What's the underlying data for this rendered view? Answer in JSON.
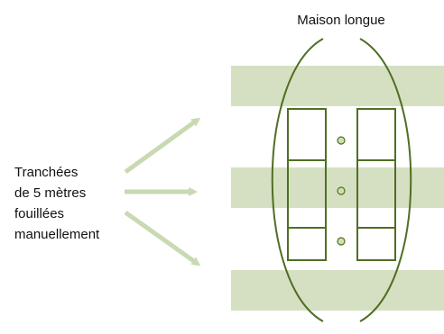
{
  "title": "Maison longue",
  "description_lines": [
    "Tranchées",
    "de 5 mètres",
    "fouillées",
    "manuellement"
  ],
  "colors": {
    "trench_fill": "#d5e0c3",
    "arrow": "#c9d9b2",
    "outline": "#4f6f22",
    "posthole_fill": "#cfe0b0",
    "text": "#111111"
  },
  "trenches": [
    {
      "name": "trench-1"
    },
    {
      "name": "trench-2"
    },
    {
      "name": "trench-3"
    }
  ],
  "arrows": [
    {
      "name": "arrow-up"
    },
    {
      "name": "arrow-middle"
    },
    {
      "name": "arrow-down"
    }
  ],
  "postholes": [
    {
      "name": "posthole-top"
    },
    {
      "name": "posthole-middle"
    },
    {
      "name": "posthole-bottom"
    }
  ]
}
